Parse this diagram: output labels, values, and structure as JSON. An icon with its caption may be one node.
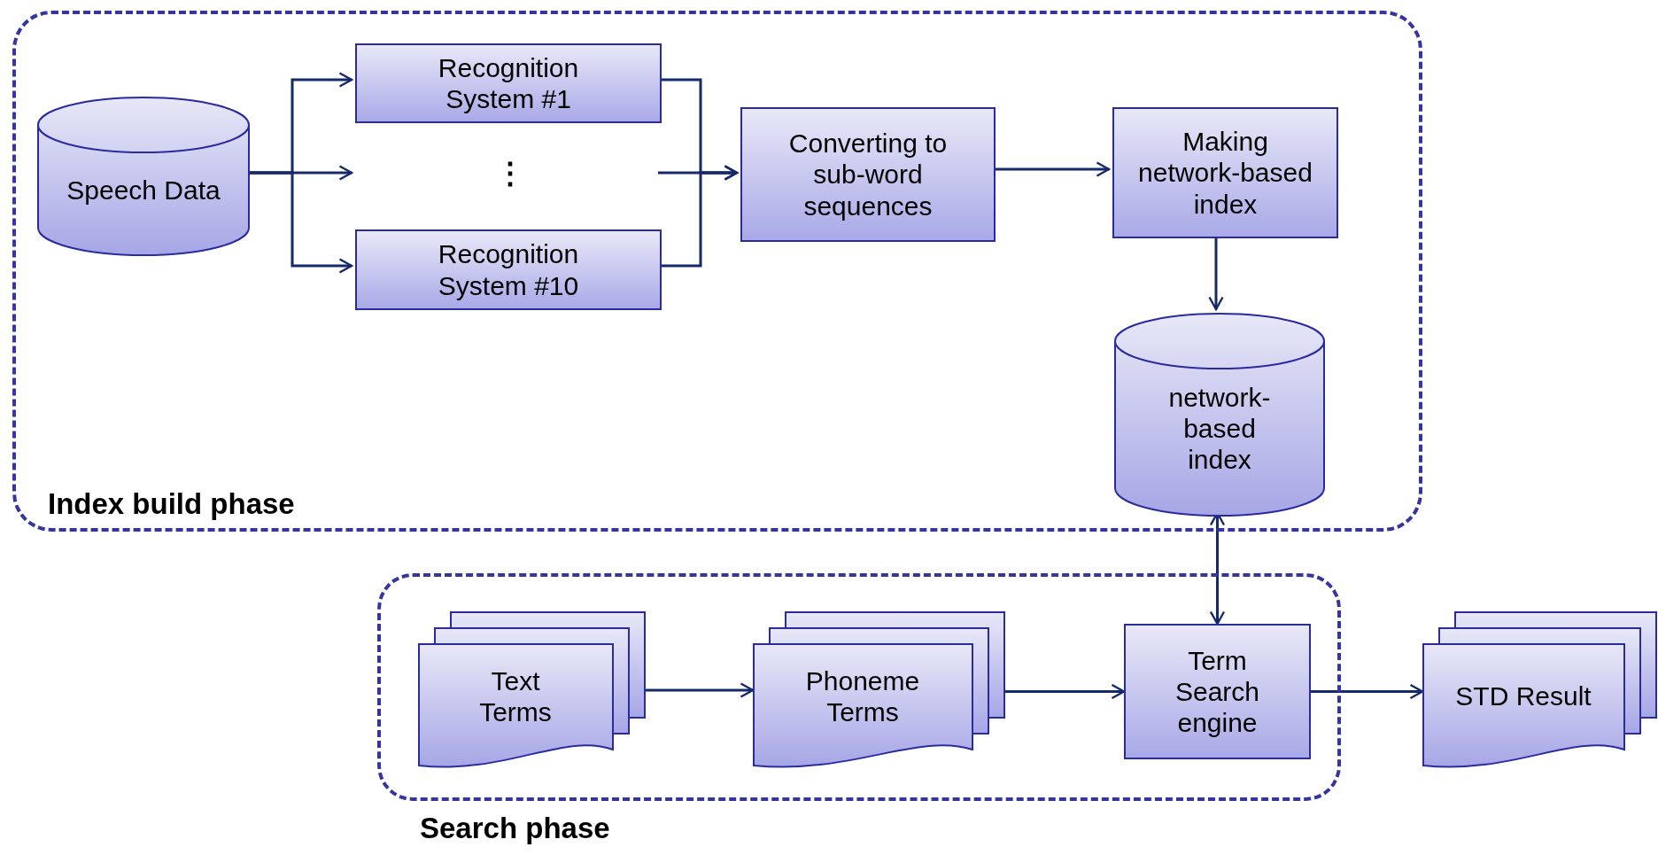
{
  "diagram": {
    "nodes": [
      {
        "text": [
          "Index build phase"
        ]
      },
      {
        "text": [
          "Speech Data"
        ],
        "in": 0
      },
      {
        "text": [
          "Recognition System #1"
        ],
        "in": 0
      },
      {
        "text": [
          "Recognition System #10"
        ],
        "in": 0
      },
      {
        "text": [
          "Converting to sub-word sequences"
        ],
        "in": 0
      },
      {
        "text": [
          "Making network-based index"
        ],
        "in": 0
      },
      {
        "text": [
          "network-based index"
        ],
        "in": 0
      },
      {
        "text": [
          "Search phase"
        ]
      },
      {
        "text": [
          "Text Terms"
        ],
        "in": 7
      },
      {
        "text": [
          "Phoneme Terms"
        ],
        "in": 7
      },
      {
        "text": [
          "Term Search engine"
        ],
        "in": 7
      },
      {
        "text": [
          "STD Result"
        ]
      }
    ],
    "edges": [
      {
        "from": 1,
        "to": 2,
        "arrow": "to"
      },
      {
        "from": 1,
        "to": null,
        "arrow": "to"
      },
      {
        "from": 1,
        "to": 3,
        "arrow": "to"
      },
      {
        "from": 2,
        "to": 4,
        "arrow": "to"
      },
      {
        "from": null,
        "to": 4,
        "arrow": "to"
      },
      {
        "from": 3,
        "to": 4,
        "arrow": "to"
      },
      {
        "from": 4,
        "to": 5,
        "arrow": "to"
      },
      {
        "from": 5,
        "to": 6,
        "arrow": "to"
      },
      {
        "from": 6,
        "to": 10,
        "arrow": "both"
      },
      {
        "from": 8,
        "to": 9,
        "arrow": "to"
      },
      {
        "from": 9,
        "to": 10,
        "arrow": "to"
      },
      {
        "from": 10,
        "to": 11,
        "arrow": "to"
      }
    ],
    "labels": [
      "⋮"
    ]
  }
}
